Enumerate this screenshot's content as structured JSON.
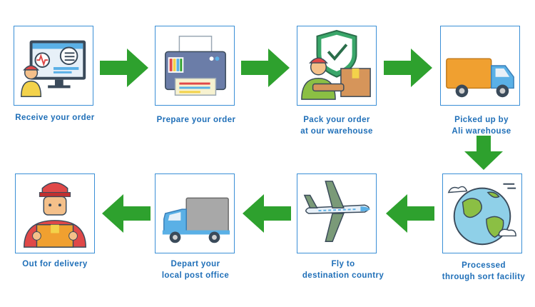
{
  "steps": [
    {
      "id": "receive",
      "icon": "computer-order-icon",
      "lines": [
        "Receive your order"
      ]
    },
    {
      "id": "prepare",
      "icon": "printer-icon",
      "lines": [
        "Prepare your order"
      ]
    },
    {
      "id": "pack",
      "icon": "packer-shield-icon",
      "lines": [
        "Pack your order",
        "at our warehouse"
      ]
    },
    {
      "id": "pickup",
      "icon": "delivery-truck-icon",
      "lines": [
        "Picked up by",
        "Ali warehouse"
      ]
    },
    {
      "id": "sort",
      "icon": "globe-icon",
      "lines": [
        "Processed",
        "through sort facility"
      ]
    },
    {
      "id": "fly",
      "icon": "airplane-icon",
      "lines": [
        "Fly to",
        "destination country"
      ]
    },
    {
      "id": "depart",
      "icon": "post-truck-icon",
      "lines": [
        "Depart your",
        "local post office"
      ]
    },
    {
      "id": "deliver",
      "icon": "courier-icon",
      "lines": [
        "Out for delivery"
      ]
    }
  ],
  "colors": {
    "arrow": "#2ea12e",
    "border": "#3a8fd6",
    "label": "#1f6fb8"
  }
}
